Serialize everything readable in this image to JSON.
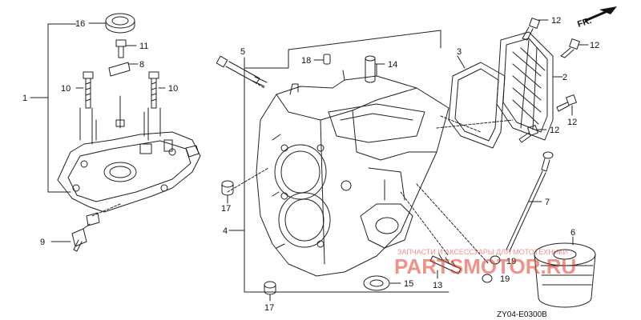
{
  "callouts": {
    "c1": "1",
    "c2": "2",
    "c3": "3",
    "c4": "4",
    "c5": "5",
    "c6": "6",
    "c7": "7",
    "c8": "8",
    "c9": "9",
    "c10a": "10",
    "c10b": "10",
    "c11": "11",
    "c12a": "12",
    "c12b": "12",
    "c12c": "12",
    "c12d": "12",
    "c13": "13",
    "c14": "14",
    "c15": "15",
    "c16": "16",
    "c17a": "17",
    "c17b": "17",
    "c18": "18",
    "c19a": "19",
    "c19b": "19"
  },
  "orientation_label": "FR.",
  "diagram_code": "ZY04-E0300B",
  "watermark": {
    "text": "PARTSMOTOR.RU",
    "subtitle": "ЗАПЧАСТИ И АКСЕССУАРЫ ДЛЯ МОТОТЕХНИКИ",
    "color": "#e23a2a"
  }
}
